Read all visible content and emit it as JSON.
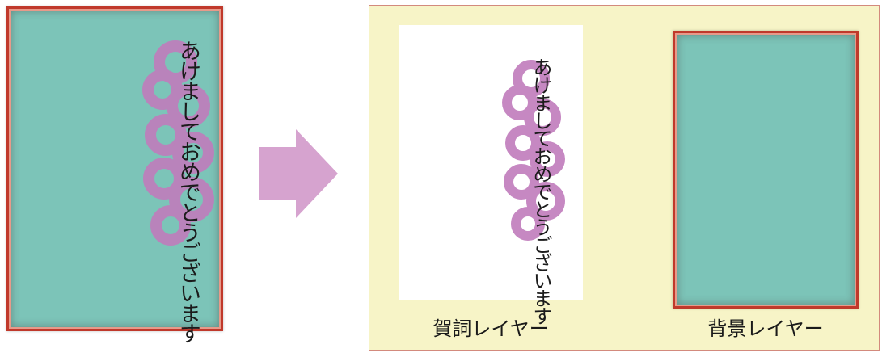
{
  "greeting": {
    "line1": "あけましておめでとうございます"
  },
  "labels": {
    "greeting_layer": "賀詞レイヤー",
    "background_layer": "背景レイヤー"
  },
  "colors": {
    "card_fill": "#7cc4b8",
    "card_border": "#c0392b",
    "brush_purple": "#c07cbc",
    "arrow": "#d6a3cf",
    "panel_bg": "#f7f4c7"
  },
  "icons": {
    "arrow": "right-arrow-icon"
  }
}
